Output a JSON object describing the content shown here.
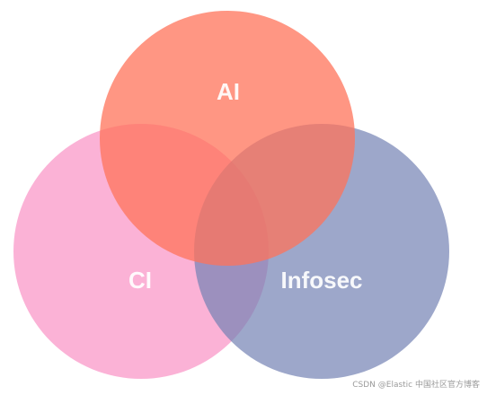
{
  "diagram": {
    "type": "venn",
    "sets": [
      {
        "key": "ci",
        "label": "CI",
        "color": "#F992C5",
        "opacity": 0.7
      },
      {
        "key": "infosec",
        "label": "Infosec",
        "color": "#7482B3",
        "opacity": 0.7
      },
      {
        "key": "ai",
        "label": "AI",
        "color": "#FF7359",
        "opacity": 0.75
      }
    ]
  },
  "watermark": "CSDN @Elastic 中国社区官方博客"
}
